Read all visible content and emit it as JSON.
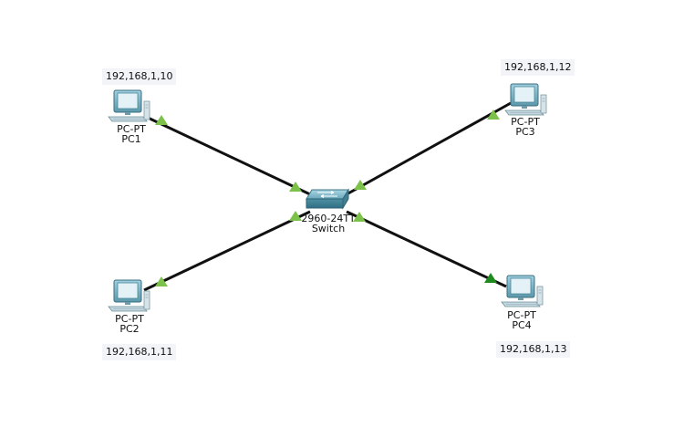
{
  "devices": {
    "pc1": {
      "model": "PC-PT",
      "name": "PC1",
      "ip": "192,168,1,10"
    },
    "pc2": {
      "model": "PC-PT",
      "name": "PC2",
      "ip": "192,168,1,11"
    },
    "pc3": {
      "model": "PC-PT",
      "name": "PC3",
      "ip": "192,168,1,12"
    },
    "pc4": {
      "model": "PC-PT",
      "name": "PC4",
      "ip": "192,168,1,13"
    },
    "switch": {
      "model": "2960-24TT",
      "name": "Switch"
    }
  },
  "colors": {
    "link": "#111111",
    "link_up": "#7cc24a",
    "link_up_dark": "#1f8a1f",
    "pc_body": "#6aa5b8",
    "switch_body": "#5e9fb3",
    "label_bg": "#f2f4f7"
  }
}
